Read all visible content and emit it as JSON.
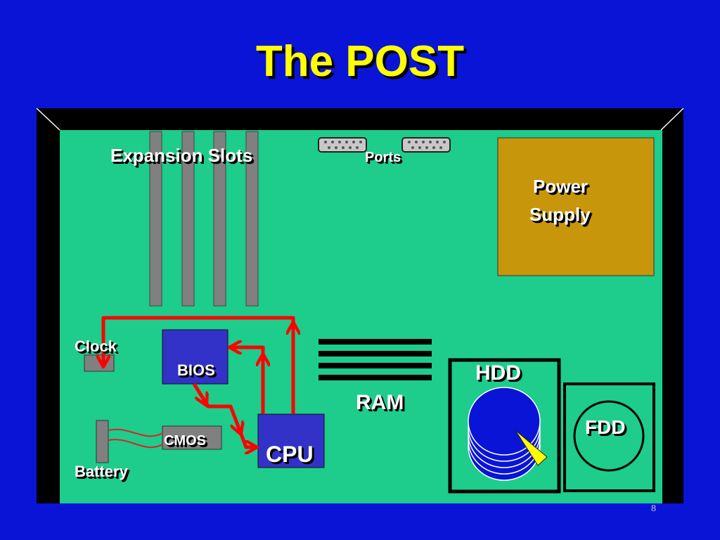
{
  "title": "The POST",
  "labels": {
    "expansion_slots": "Expansion Slots",
    "ports": "Ports",
    "power_supply_line1": "Power",
    "power_supply_line2": "Supply",
    "clock": "Clock",
    "bios": "BIOS",
    "ram": "RAM",
    "hdd": "HDD",
    "fdd": "FDD",
    "cmos": "CMOS",
    "cpu": "CPU",
    "battery": "Battery"
  },
  "page_number": "8",
  "colors": {
    "background": "#0a14d6",
    "board": "#1ecc8c",
    "case": "#000000",
    "title": "#ffff00",
    "chip": "#3232c8",
    "power_supply": "#c8960a",
    "slots": "#808080",
    "arrows": "#ff0000",
    "hdd_platter": "#0a14d6",
    "hdd_head": "#ffff00"
  }
}
